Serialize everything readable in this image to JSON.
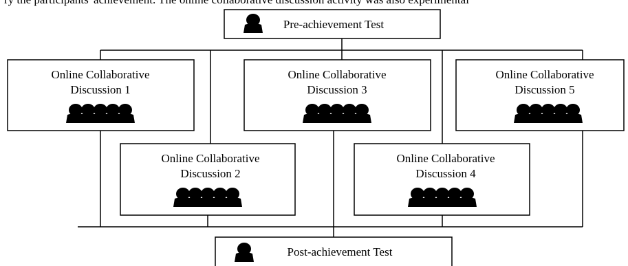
{
  "header_fragment": "ry the participants' achievement. The online collaborative discussion activity was also experimental",
  "pre_test": {
    "label": "Pre-achievement Test"
  },
  "post_test": {
    "label": "Post-achievement Test"
  },
  "discussions": [
    {
      "line1": "Online Collaborative",
      "line2": "Discussion 1"
    },
    {
      "line1": "Online Collaborative",
      "line2": "Discussion 2"
    },
    {
      "line1": "Online Collaborative",
      "line2": "Discussion 3"
    },
    {
      "line1": "Online Collaborative",
      "line2": "Discussion 4"
    },
    {
      "line1": "Online Collaborative",
      "line2": "Discussion 5"
    }
  ],
  "icons": {
    "single": "person-icon",
    "group": "group-icon"
  },
  "colors": {
    "stroke": "#000000",
    "fill": "#000000",
    "background": "#ffffff"
  }
}
